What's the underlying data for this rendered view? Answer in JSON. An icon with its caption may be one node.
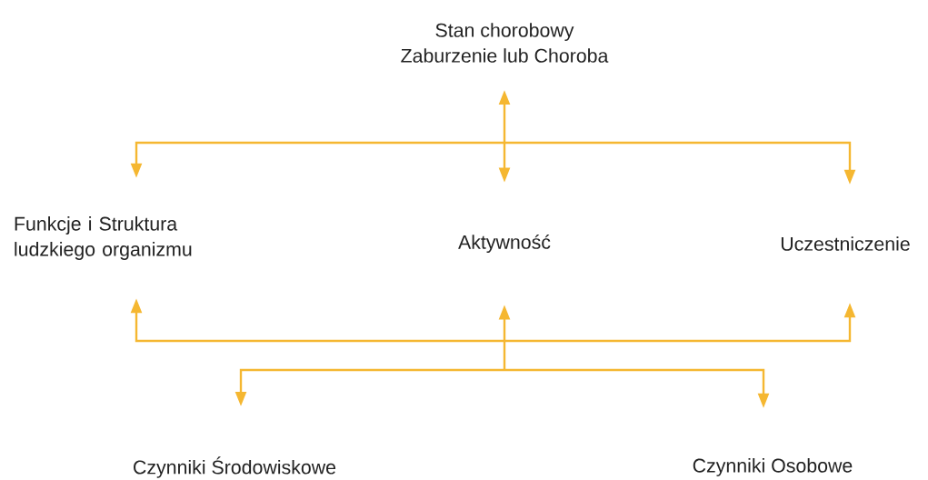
{
  "diagram": {
    "nodes": [
      {
        "text": [
          "Stan chorobowy",
          "Zaburzenie lub Choroba"
        ]
      },
      {
        "text": [
          "Funkcje i Struktura ludzkiego organizmu"
        ]
      },
      {
        "text": [
          "Aktywność"
        ]
      },
      {
        "text": [
          "Uczestniczenie"
        ]
      },
      {
        "text": [
          "Czynniki Środowiskowe"
        ]
      },
      {
        "text": [
          "Czynniki Osobowe"
        ]
      }
    ],
    "edges": [
      {
        "from": 0,
        "to": 1,
        "arrow": "both"
      },
      {
        "from": 0,
        "to": 2,
        "arrow": "both"
      },
      {
        "from": 0,
        "to": 3,
        "arrow": "both"
      },
      {
        "from": 1,
        "to": 4,
        "arrow": "both"
      },
      {
        "from": 1,
        "to": 5,
        "arrow": "both"
      },
      {
        "from": 2,
        "to": 4,
        "arrow": "both"
      },
      {
        "from": 2,
        "to": 5,
        "arrow": "both"
      },
      {
        "from": 3,
        "to": 4,
        "arrow": "both"
      },
      {
        "from": 3,
        "to": 5,
        "arrow": "both"
      }
    ]
  }
}
